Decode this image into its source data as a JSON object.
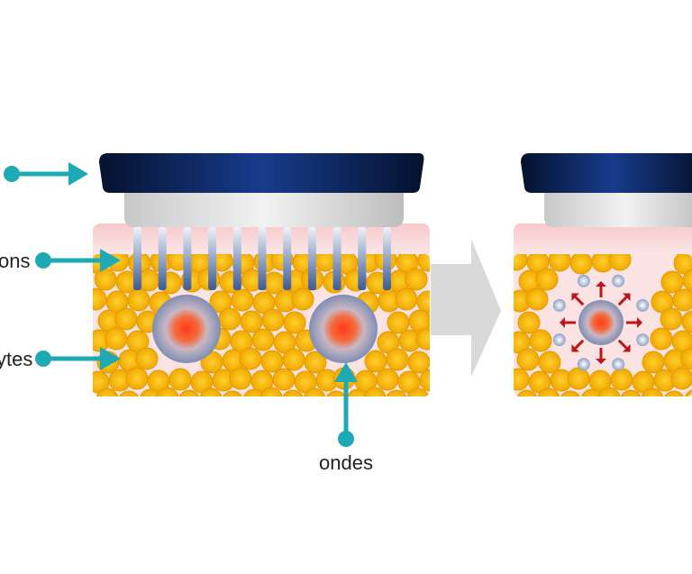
{
  "labels": {
    "needles_partial": "ons",
    "adipocytes_partial": "ytes",
    "waves": "ondes"
  },
  "colors": {
    "accent": "#1eaab5",
    "handpiece": "#0b1d45",
    "fat": "#f5b800",
    "skin": "#f8d6d6",
    "arrow": "#d8d8d8",
    "burst": "#c0141a"
  }
}
